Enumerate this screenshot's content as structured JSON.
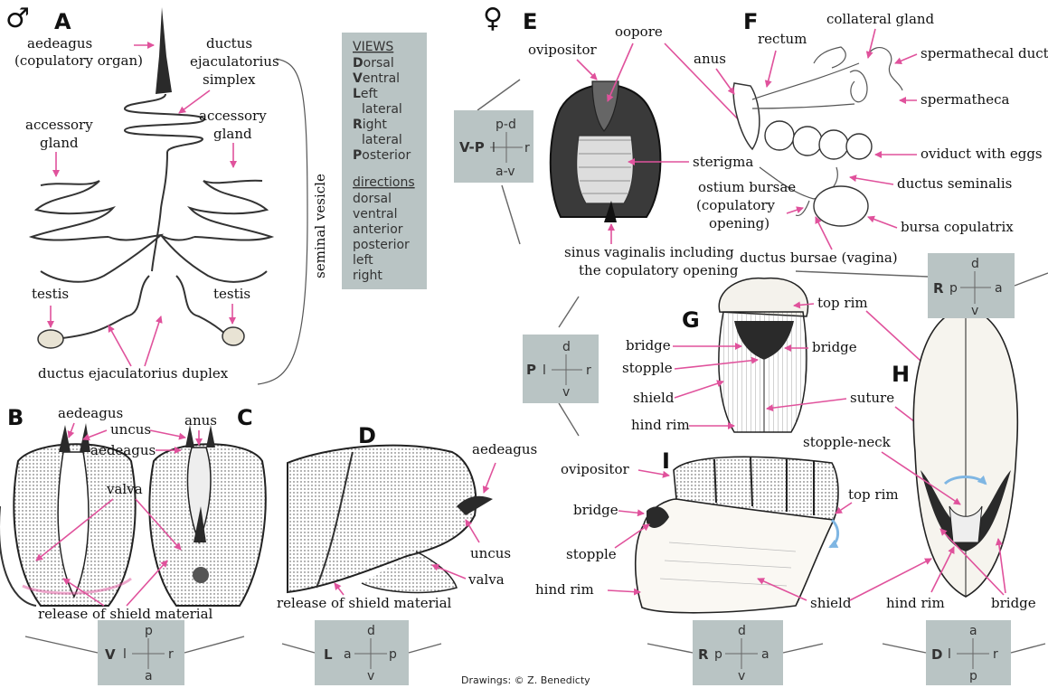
{
  "symbols": {
    "male": "♂",
    "female": "♀"
  },
  "panels": {
    "a": "A",
    "b": "B",
    "c": "C",
    "d": "D",
    "e": "E",
    "f": "F",
    "g": "G",
    "h": "H",
    "i": "I"
  },
  "labels": {
    "aedeagus_copulatory_1": "aedeagus",
    "aedeagus_copulatory_2": "(copulatory organ)",
    "ductus_simplex_1": "ductus",
    "ductus_simplex_2": "ejaculatorius",
    "ductus_simplex_3": "simplex",
    "accessory_left_1": "accessory",
    "accessory_left_2": "gland",
    "accessory_right_1": "accessory",
    "accessory_right_2": "gland",
    "seminal_vesicle": "seminal vesicle",
    "testis_left": "testis",
    "testis_right": "testis",
    "ductus_duplex": "ductus ejaculatorius duplex",
    "b_aedeagus": "aedeagus",
    "b_uncus": "uncus",
    "c_aedeagus": "aedeagus",
    "c_anus": "anus",
    "b_valva": "valva",
    "release_shield_bc": "release of shield material",
    "d_aedeagus": "aedeagus",
    "d_uncus": "uncus",
    "d_valva": "valva",
    "release_shield_d": "release of shield material",
    "e_ovipositor": "ovipositor",
    "e_oopore": "oopore",
    "e_sterigma": "sterigma",
    "e_sinus_1": "sinus vaginalis including",
    "e_sinus_2": "the copulatory opening",
    "f_anus": "anus",
    "f_rectum": "rectum",
    "f_collateral": "collateral gland",
    "f_spermathecal_duct": "spermathecal duct",
    "f_spermatheca": "spermatheca",
    "f_oviduct": "oviduct with eggs",
    "f_ductus_seminalis": "ductus seminalis",
    "f_ostium_1": "ostium bursae",
    "f_ostium_2": "(copulatory",
    "f_ostium_3": "opening)",
    "f_bursa": "bursa copulatrix",
    "f_ductus_bursae": "ductus bursae (vagina)",
    "g_top_rim": "top rim",
    "g_bridge_left": "bridge",
    "g_bridge_right": "bridge",
    "g_stopple": "stopple",
    "g_shield": "shield",
    "g_hind_rim": "hind rim",
    "g_suture": "suture",
    "h_stopple_neck": "stopple-neck",
    "h_hind_rim": "hind rim",
    "h_bridge": "bridge",
    "i_ovipositor": "ovipositor",
    "i_top_rim": "top rim",
    "i_bridge": "bridge",
    "i_stopple": "stopple",
    "i_hind_rim": "hind rim",
    "i_shield": "shield"
  },
  "views_box": {
    "title": "VIEWS",
    "views": [
      {
        "initial": "D",
        "rest": "orsal"
      },
      {
        "initial": "V",
        "rest": "entral"
      },
      {
        "initial": "L",
        "rest": "eft"
      },
      {
        "initial": "",
        "rest": "lateral"
      },
      {
        "initial": "R",
        "rest": "ight"
      },
      {
        "initial": "",
        "rest": "lateral"
      },
      {
        "initial": "P",
        "rest": "osterior"
      }
    ],
    "directions_title": "directions",
    "directions": [
      "dorsal",
      "ventral",
      "anterior",
      "posterior",
      "left",
      "right"
    ]
  },
  "orient_boxes": {
    "e_vp": {
      "view": "V-P",
      "top": "p-d",
      "left": "l",
      "right": "r",
      "bottom": "a-v"
    },
    "f_r": {
      "view": "R",
      "top": "d",
      "left": "p",
      "right": "a",
      "bottom": "v"
    },
    "g_p": {
      "view": "P",
      "top": "d",
      "left": "l",
      "right": "r",
      "bottom": "v"
    },
    "bc_v": {
      "view": "V",
      "top": "p",
      "left": "l",
      "right": "r",
      "bottom": "a"
    },
    "d_l": {
      "view": "L",
      "top": "d",
      "left": "a",
      "right": "p",
      "bottom": "v"
    },
    "i_r": {
      "view": "R",
      "top": "d",
      "left": "p",
      "right": "a",
      "bottom": "v"
    },
    "h_d": {
      "view": "D",
      "top": "a",
      "left": "l",
      "right": "r",
      "bottom": "p"
    }
  },
  "credit": "Drawings: © Z. Benedicty",
  "colors": {
    "arrow": "#e0529c",
    "box": "#b9c4c4",
    "blue_arrow": "#7fb6e3"
  }
}
